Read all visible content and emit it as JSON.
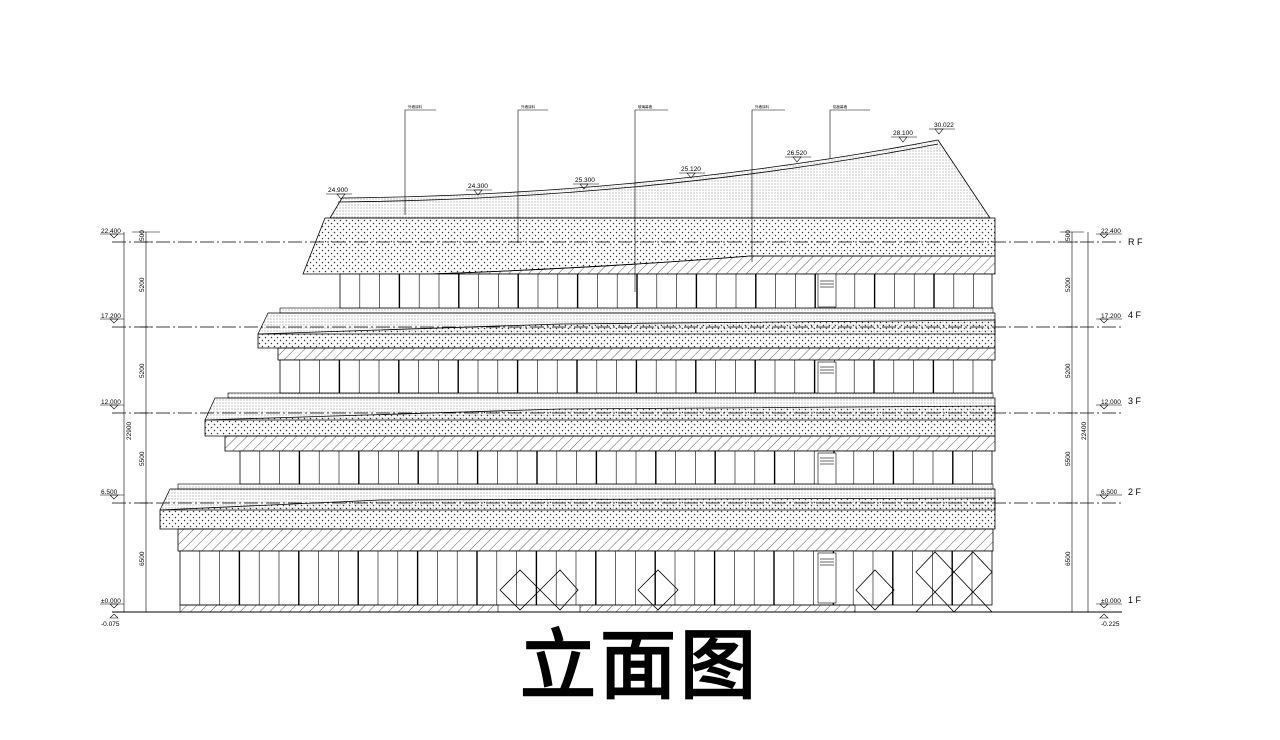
{
  "title": "立面图",
  "floor_labels": {
    "rf": "R F",
    "f4": "4 F",
    "f3": "3 F",
    "f2": "2 F",
    "f1": "1 F"
  },
  "level_marks": {
    "roof": "22.400",
    "f4": "17.200",
    "f3": "12.000",
    "f2": "6.500",
    "ground": "±0.000",
    "grade": "-0.075",
    "ground_right": "±0.000",
    "grade_right": "-0.225"
  },
  "left_dimensions": {
    "parapet": "500",
    "rf_4f": "5200",
    "f4_3f": "5200",
    "f3_2f": "5500",
    "f2_1f": "6500",
    "total": "22900"
  },
  "right_dimensions": {
    "parapet": "500",
    "rf_4f": "5200",
    "f4_3f": "5200",
    "f3_2f": "5500",
    "f2_1f": "6500",
    "total": "22400"
  },
  "roof_elevations": {
    "e1": "24.900",
    "e2": "24.300",
    "e3": "25.300",
    "e4": "25.120",
    "e5": "26.520",
    "e6": "28.100",
    "e7": "30.022"
  },
  "annotations": {
    "a1": "外墙涂料",
    "a2": "外墙涂料",
    "a3": "玻璃幕墙",
    "a4": "外墙涂料",
    "a5": "铝板幕墙"
  }
}
